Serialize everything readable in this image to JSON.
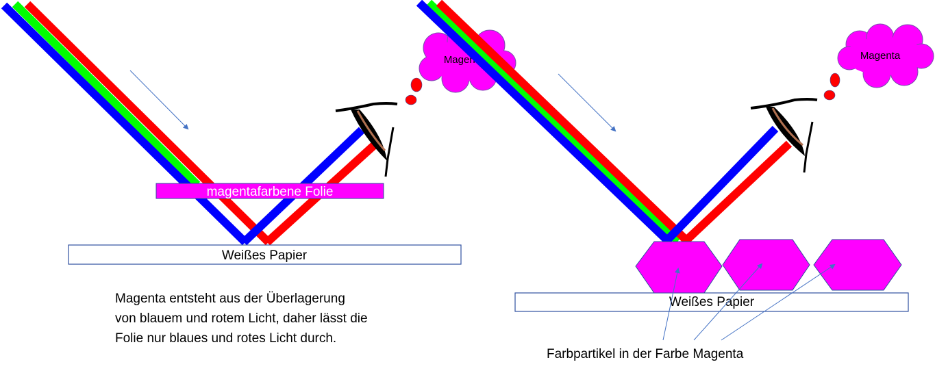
{
  "left_panel": {
    "thought": "Magenta",
    "filter_label": "magentafarbene Folie",
    "paper_label": "Weißes Papier",
    "explanation": [
      "Magenta entsteht aus der Überlagerung",
      "von blauem und rotem Licht, daher lässt die",
      "Folie nur blaues und rotes Licht durch."
    ]
  },
  "right_panel": {
    "thought": "Magenta",
    "paper_label": "Weißes Papier",
    "particles_label": "Farbpartikel in der Farbe Magenta"
  },
  "colors": {
    "red": "#ff0000",
    "green": "#00ff00",
    "blue": "#0000ff",
    "magenta": "#ff00ff",
    "outline": "#2f4f9f"
  }
}
